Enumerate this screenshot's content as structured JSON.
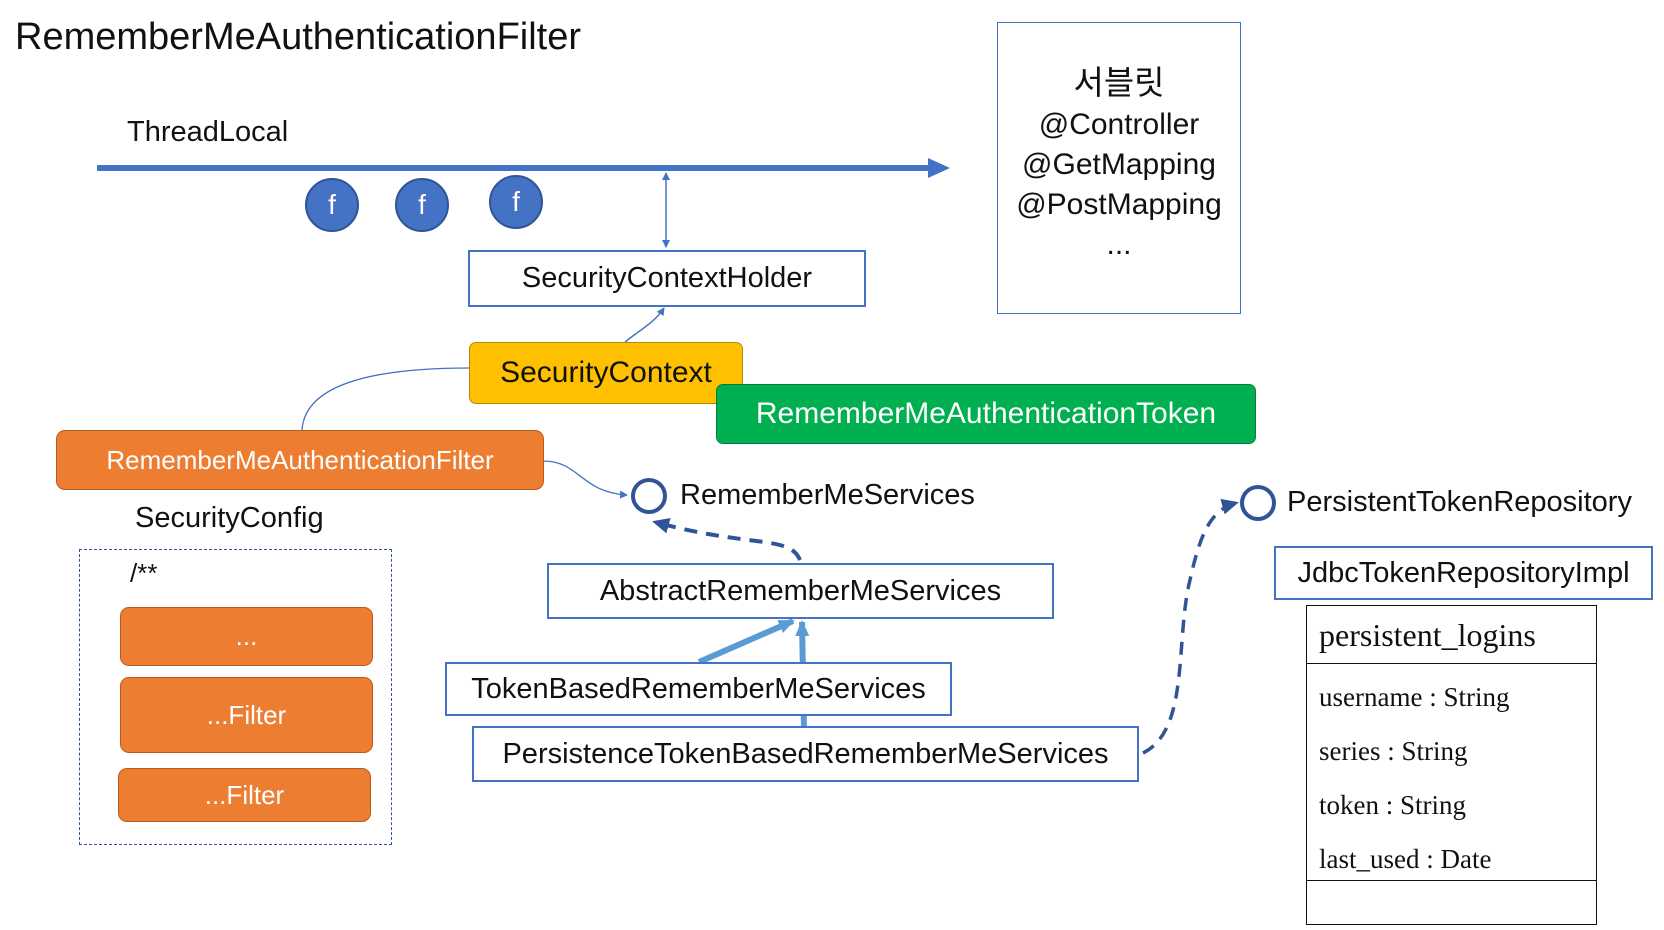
{
  "title": "RememberMeAuthenticationFilter",
  "thread_local": {
    "label": "ThreadLocal",
    "filter_marks": [
      "f",
      "f",
      "f"
    ]
  },
  "servlet": {
    "lines": [
      "서블릿",
      "@Controller",
      "@GetMapping",
      "@PostMapping",
      "..."
    ]
  },
  "security_context_holder": "SecurityContextHolder",
  "security_context": "SecurityContext",
  "auth_token": "RememberMeAuthenticationToken",
  "remember_me_filter": "RememberMeAuthenticationFilter",
  "security_config": {
    "label": "SecurityConfig",
    "pattern": "/**",
    "filters": [
      "...",
      "...Filter",
      "...Filter"
    ]
  },
  "services": {
    "interface": "RememberMeServices",
    "abstract": "AbstractRememberMeServices",
    "token_based": "TokenBasedRememberMeServices",
    "persistence_based": "PersistenceTokenBasedRememberMeServices"
  },
  "repository": {
    "interface": "PersistentTokenRepository",
    "impl": "JdbcTokenRepositoryImpl"
  },
  "table": {
    "name": "persistent_logins",
    "columns": [
      "username : String",
      "series : String",
      "token : String",
      "last_used : Date"
    ]
  },
  "colors": {
    "blue": "#4472c4",
    "dark_blue": "#2f5597",
    "light_blue_arrow": "#5b9bd5",
    "orange": "#ed7d31",
    "yellow": "#ffc000",
    "green": "#00b050"
  }
}
